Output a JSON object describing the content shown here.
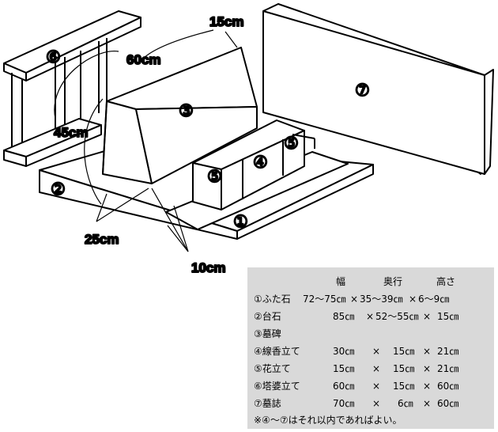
{
  "diagram": {
    "dimension_labels": {
      "top_width": "15cm",
      "left_depth": "60cm",
      "left_height": "45cm",
      "base_depth": "25cm",
      "base_height": "10cm"
    },
    "part_numbers": {
      "p1": "①",
      "p2": "②",
      "p3": "③",
      "p4": "④",
      "p5": "⑤",
      "p6": "⑥",
      "p7": "⑦"
    }
  },
  "spec_table": {
    "headers": [
      "幅",
      "奥行",
      "高さ"
    ],
    "rows": [
      {
        "name": "①ふた石",
        "width": "72～75㎝",
        "x1": "×",
        "depth": "35～39㎝",
        "x2": "×",
        "height": "6～9㎝"
      },
      {
        "name": "②台石",
        "width": "85㎝",
        "x1": "×",
        "depth": "52～55㎝",
        "x2": "×",
        "height": "15㎝"
      },
      {
        "name": "③墓碑",
        "width": "",
        "x1": "",
        "depth": "",
        "x2": "",
        "height": ""
      },
      {
        "name": "④線香立て",
        "width": "30㎝",
        "x1": "×",
        "depth": "15㎝",
        "x2": "×",
        "height": "21㎝"
      },
      {
        "name": "⑤花立て",
        "width": "15㎝",
        "x1": "×",
        "depth": "15㎝",
        "x2": "×",
        "height": "21㎝"
      },
      {
        "name": "⑥塔婆立て",
        "width": "60㎝",
        "x1": "×",
        "depth": "15㎝",
        "x2": "×",
        "height": "60㎝"
      },
      {
        "name": "⑦墓誌",
        "width": "70㎝",
        "x1": "×",
        "depth": "6㎝",
        "x2": "×",
        "height": "60㎝"
      }
    ],
    "note": "※④～⑦はそれ以内であればよい。"
  }
}
